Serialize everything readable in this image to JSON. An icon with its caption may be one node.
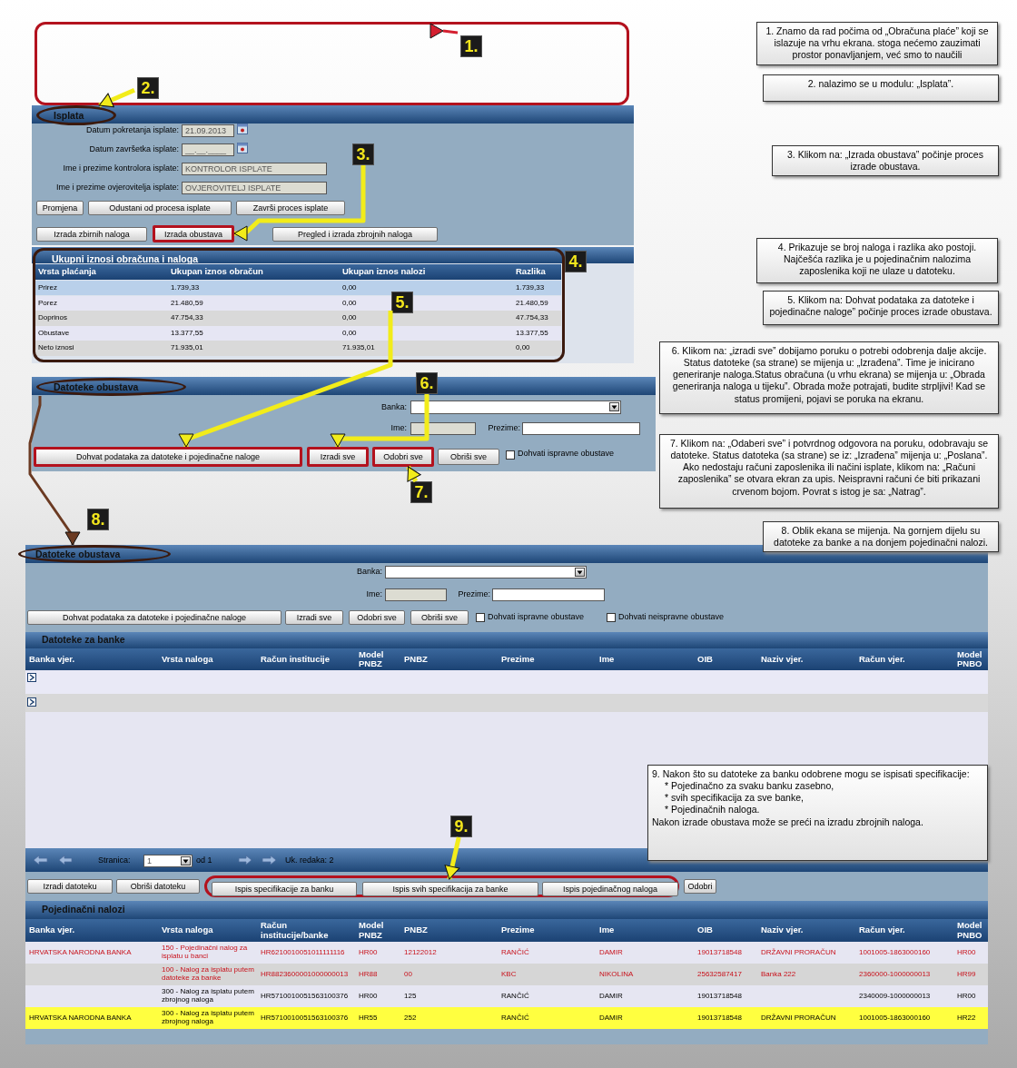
{
  "diagram": {
    "nodes": [
      {
        "text": [],
        "shape": "box"
      },
      {
        "text": [
          "1."
        ],
        "in": 0
      },
      {
        "text": [
          "1. Znamo da rad počima od „Obračuna plaće” koji se islazuje na vrhu ekrana. stoga nećemo zauzimati prostor ponavljanjem, već smo to naučili"
        ]
      },
      {
        "text": [
          "2."
        ],
        "in": 0
      },
      {
        "text": [
          "2. nalazimo se u modulu: „Isplata”."
        ]
      },
      {
        "text": [
          "Isplata"
        ]
      },
      {
        "text": [
          "21.09.2013"
        ]
      },
      {
        "text": [
          "__.__.____"
        ]
      },
      {
        "text": [
          "KONTROLOR ISPLATE"
        ]
      },
      {
        "text": [
          "OVJEROVITELJ ISPLATE"
        ]
      },
      {
        "text": [
          "3."
        ]
      },
      {
        "text": [
          "3. Klikom na: „Izrada obustava” počinje proces izrade obustava."
        ]
      },
      {
        "text": [
          "Promjena"
        ]
      },
      {
        "text": [
          "Odustani od procesa isplate"
        ]
      },
      {
        "text": [
          "Završi proces isplate"
        ]
      },
      {
        "text": [
          "Izrada zbirnih naloga"
        ]
      },
      {
        "text": [
          "Izrada obustava"
        ]
      },
      {
        "text": [
          "Pregled i izrada zbrojnih naloga"
        ]
      },
      {
        "text": [
          "Ukupni iznosi obračuna i naloga"
        ]
      },
      {
        "text": [
          "4."
        ]
      },
      {
        "text": [
          "4. Prikazuje se broj naloga i razlika ako postoji. Najčešća razlika je u pojedinačnim nalozima zaposlenika koji ne ulaze u datoteku."
        ]
      },
      {
        "text": [
          "5."
        ],
        "in": 18
      },
      {
        "text": [
          "5. Klikom na: Dohvat podataka za datoteke i pojedinačne naloge” počinje proces izrade obustava."
        ]
      },
      {
        "text": [
          "Datoteke obustava"
        ]
      },
      {
        "text": [
          "6."
        ]
      },
      {
        "text": [
          "6. Klikom na: „izradi sve” dobijamo poruku o potrebi odobrenja dalje akcije. Status datoteke (sa strane) se mijenja u: „Izrađena”. Time je inicirano generiranje naloga.Status obračuna (u vrhu ekrana) se mijenja u: „Obrada generiranja naloga u tijeku”. Obrada može potrajati, budite strpljivi! Kad se status promijeni, pojavi se poruka na ekranu."
        ]
      },
      {
        "text": [],
        "shape": "box"
      },
      {
        "text": [],
        "shape": "box"
      },
      {
        "text": [],
        "shape": "box"
      },
      {
        "text": [
          "Dohvat podataka za datoteke i pojedinačne naloge"
        ]
      },
      {
        "text": [
          "Izradi sve"
        ]
      },
      {
        "text": [
          "Odobri sve"
        ]
      },
      {
        "text": [
          "Obriši sve"
        ]
      },
      {
        "text": [
          "7."
        ]
      },
      {
        "text": [
          "7. Klikom na: „Odaberi sve” i potvrdnog odgovora na poruku, odobravaju se datoteke. Status datoteka (sa strane) se iz: „Izrađena” mijenja u: „Poslana”. Ako nedostaju računi zaposlenika ili načini isplate, klikom na: „Računi zaposlenika” se otvara ekran za upis. Neispravni računi će biti prikazani crvenom bojom. Povrat s istog je sa: „Natrag”."
        ]
      },
      {
        "text": [
          "8."
        ]
      },
      {
        "text": [
          "8. Oblik ekana se mijenja. Na gornjem dijelu su datoteke za banke a na donjem pojedinačni nalozi."
        ]
      },
      {
        "text": [
          "Datoteke obustava"
        ]
      },
      {
        "text": [],
        "shape": "box"
      },
      {
        "text": [],
        "shape": "box"
      },
      {
        "text": [],
        "shape": "box"
      },
      {
        "text": [
          "Dohvat podataka za datoteke i pojedinačne naloge"
        ]
      },
      {
        "text": [
          "Izradi sve"
        ]
      },
      {
        "text": [
          "Odobri sve"
        ]
      },
      {
        "text": [
          "Obriši sve"
        ]
      },
      {
        "text": [
          "9. Nakon što su datoteke za banku odobrene mogu se ispisati specifikacije:",
          "* Pojedinačno za svaku banku zasebno,",
          "* svih specifikacija za sve banke,",
          "* Pojedinačnih naloga.",
          "Nakon izrade obustava može se preći na izradu zbrojnih naloga."
        ]
      },
      {
        "text": [
          "1"
        ]
      },
      {
        "text": [
          "9."
        ]
      },
      {
        "text": [
          "Izradi datoteku"
        ]
      },
      {
        "text": [
          "Obriši datoteku"
        ]
      },
      {
        "text": [],
        "shape": "box"
      },
      {
        "text": [
          "Ispis specifikacije za banku"
        ],
        "in": 50
      },
      {
        "text": [
          "Ispis svih specifikacija za banke"
        ],
        "in": 50
      },
      {
        "text": [
          "Ispis pojedinačnog naloga"
        ],
        "in": 50
      },
      {
        "text": [
          "Odobri"
        ]
      }
    ],
    "edges": [
      {
        "from": 1,
        "to": 0,
        "arrow": "to",
        "color": "#d42030"
      },
      {
        "from": 3,
        "to": 5,
        "arrow": "to"
      },
      {
        "from": 10,
        "to": 16,
        "arrow": "to"
      },
      {
        "from": 21,
        "to": 29,
        "arrow": "to"
      },
      {
        "from": 24,
        "to": 30,
        "arrow": "to"
      },
      {
        "from": 33,
        "to": 31,
        "arrow": "to"
      },
      {
        "from": 23,
        "to": 37,
        "arrow": "to",
        "color": "#6b3a22"
      },
      {
        "from": 47,
        "to": 52,
        "arrow": "to"
      }
    ],
    "labels": [
      "Datum pokretanja isplate:",
      "Datum završetka isplate:",
      "Ime i prezime kontrolora isplate:",
      "Ime i prezime ovjerovitelja isplate:",
      "Vrsta plaćanja",
      "Ukupan iznos obračun",
      "Ukupan iznos nalozi",
      "Razlika",
      "Prirez",
      "1.739,33",
      "0,00",
      "1.739,33",
      "Porez",
      "21.480,59",
      "0,00",
      "21.480,59",
      "Doprinos",
      "47.754,33",
      "0,00",
      "47.754,33",
      "Obustave",
      "13.377,55",
      "0,00",
      "13.377,55",
      "Neto iznosi",
      "71.935,01",
      "71.935,01",
      "0,00",
      "Banka:",
      "Ime:",
      "Prezime:",
      "Dohvati ispravne obustave",
      "Banka:",
      "Ime:",
      "Prezime:",
      "Dohvati ispravne obustave",
      "Dohvati neispravne obustave",
      "Datoteke za banke",
      "Banka vjer.",
      "Vrsta naloga",
      "Račun institucije",
      "Model PNBZ",
      "PNBZ",
      "Prezime",
      "Ime",
      "OIB",
      "Naziv vjer.",
      "Račun vjer.",
      "Model PNBO",
      "Stranica:",
      "od 1",
      "Uk. redaka: 2",
      "Pojedinačni nalozi",
      "Banka vjer.",
      "Vrsta naloga",
      "Račun institucije/banke",
      "Model PNBZ",
      "PNBZ",
      "Prezime",
      "Ime",
      "OIB",
      "Naziv vjer.",
      "Račun vjer.",
      "Model PNBO",
      "HRVATSKA NARODNA BANKA",
      "150 - Pojedinačni nalog za isplatu u banci",
      "HR6210010051011111116",
      "HR00",
      "12122012",
      "RANČIĆ",
      "DAMIR",
      "19013718548",
      "DRŽAVNI PRORAČUN",
      "1001005-1863000160",
      "HR00",
      "100 - Nalog za isplatu putem datoteke za banke",
      "HR8823600001000000013",
      "HR88",
      "00",
      "KBC",
      "NIKOLINA",
      "25632587417",
      "Banka 222",
      "2360000-1000000013",
      "HR99",
      "300 - Nalog za isplatu putem zbrojnog naloga",
      "HR5710010051563100376",
      "HR00",
      "125",
      "RANČIĆ",
      "DAMIR",
      "19013718548",
      "2340009-1000000013",
      "HR00",
      "HRVATSKA NARODNA BANKA",
      "300 - Nalog za isplatu putem zbrojnog naloga",
      "HR5710010051563100376",
      "HR55",
      "252",
      "RANČIĆ",
      "DAMIR",
      "19013718548",
      "DRŽAVNI PRORAČUN",
      "1001005-1863000160",
      "HR22"
    ]
  }
}
